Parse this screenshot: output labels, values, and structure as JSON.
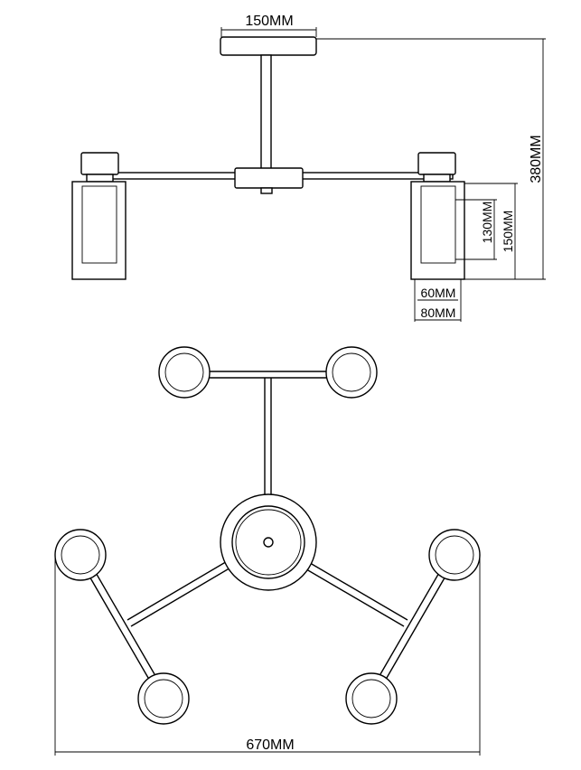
{
  "dimensions": {
    "canopy_width": "150MM",
    "total_height": "380MM",
    "shade_inner_height": "130MM",
    "shade_outer_height": "150MM",
    "shade_inner_width": "60MM",
    "shade_outer_width": "80MM",
    "total_width": "670MM"
  }
}
